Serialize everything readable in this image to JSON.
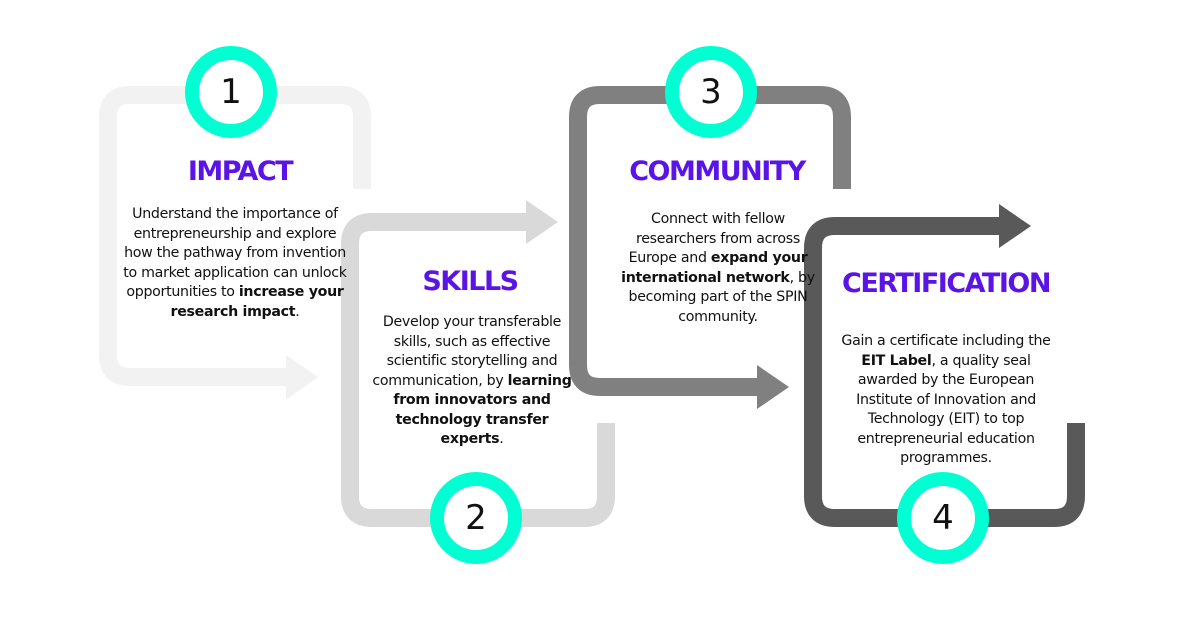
{
  "colors": {
    "accent_ring": "#00ffd2",
    "title": "#5a14e6",
    "text": "#111111",
    "track_1": "#f2f2f2",
    "track_2": "#d9d9d9",
    "track_3": "#808080",
    "track_4": "#595959"
  },
  "steps": [
    {
      "number": "1",
      "title": "IMPACT",
      "body": [
        {
          "text": "Understand the importance of entrepreneurship and explore how the pathway from invention to market application can unlock opportunities to ",
          "bold": false
        },
        {
          "text": "increase your research impact",
          "bold": true
        },
        {
          "text": ".",
          "bold": false
        }
      ]
    },
    {
      "number": "2",
      "title": "SKILLS",
      "body": [
        {
          "text": "Develop your transferable skills, such as effective scientific storytelling and communication, by ",
          "bold": false
        },
        {
          "text": "learning from innovators and technology transfer experts",
          "bold": true
        },
        {
          "text": ".",
          "bold": false
        }
      ]
    },
    {
      "number": "3",
      "title": "COMMUNITY",
      "body": [
        {
          "text": "Connect with fellow researchers from across Europe and ",
          "bold": false
        },
        {
          "text": "expand your international network",
          "bold": true
        },
        {
          "text": ", by becoming part of the SPIN community.",
          "bold": false
        }
      ]
    },
    {
      "number": "4",
      "title": "CERTIFICATION",
      "body": [
        {
          "text": "Gain a certificate including the ",
          "bold": false
        },
        {
          "text": "EIT Label",
          "bold": true
        },
        {
          "text": ", a quality seal awarded by the European Institute of Innovation and Technology (EIT) to top entrepreneurial education programmes.",
          "bold": false
        }
      ]
    }
  ]
}
